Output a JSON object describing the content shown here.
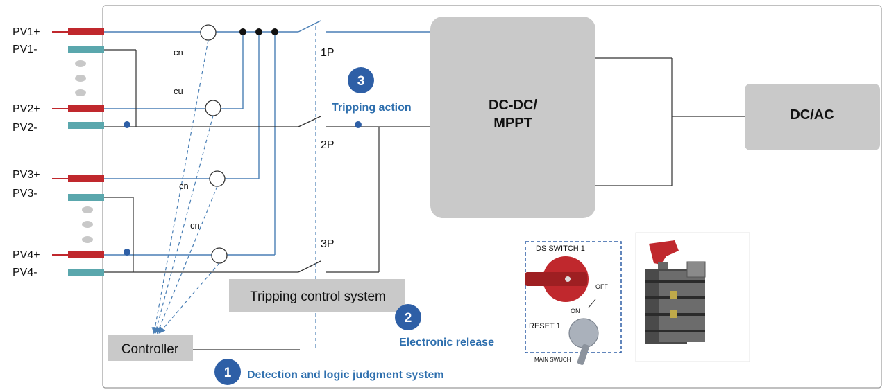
{
  "pv_inputs": [
    {
      "plus": "PV1+",
      "minus": "PV1-"
    },
    {
      "plus": "PV2+",
      "minus": "PV2-"
    },
    {
      "plus": "PV3+",
      "minus": "PV3-"
    },
    {
      "plus": "PV4+",
      "minus": "PV4-"
    }
  ],
  "sensor_labels": [
    "cn",
    "cu",
    "cn",
    "cn"
  ],
  "poles": [
    "1P",
    "2P",
    "3P"
  ],
  "blocks": {
    "dcdc_line1": "DC-DC/",
    "dcdc_line2": "MPPT",
    "dcac": "DC/AC",
    "tripping_control": "Tripping control system",
    "controller": "Controller"
  },
  "steps": [
    {
      "number": "1",
      "label": "Detection and logic judgment system"
    },
    {
      "number": "2",
      "label": "Electronic release"
    },
    {
      "number": "3",
      "label": "Tripping action"
    }
  ],
  "switch_panel": {
    "title": "DS SWITCH 1",
    "off": "OFF",
    "on": "ON",
    "reset": "RESET 1",
    "main": "MAIN SWUCH"
  },
  "colors": {
    "wire": "#4a7fb5",
    "connector_red": "#c0282d",
    "connector_teal": "#5aa7ad",
    "block_gray": "#c9c9c9",
    "step_blue": "#2e6fae"
  }
}
